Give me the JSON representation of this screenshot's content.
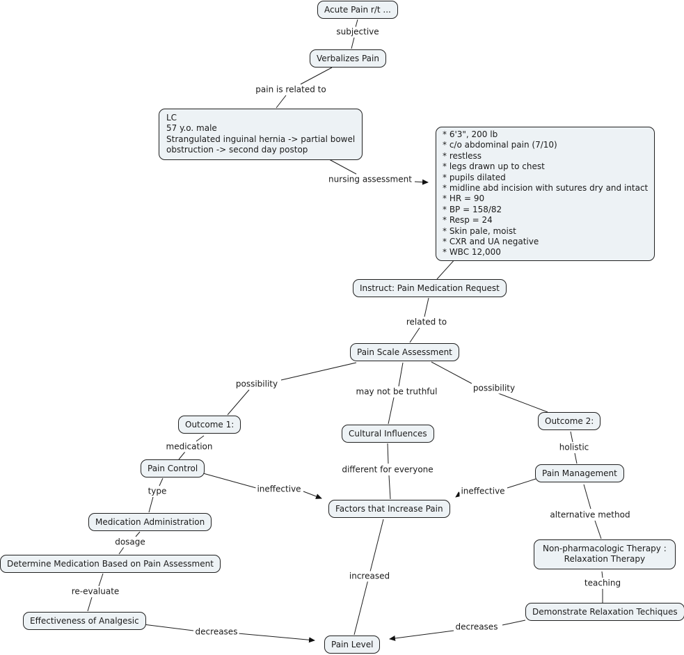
{
  "nodes": {
    "acute_pain": "Acute Pain r/t ...",
    "verbalizes_pain": "Verbalizes Pain",
    "patient": "LC\n57 y.o. male\nStrangulated inguinal hernia -> partial bowel\nobstruction -> second day postop",
    "assessment_findings": [
      "* 6'3\", 200 lb",
      "* c/o abdominal pain (7/10)",
      "* restless",
      "* legs drawn up to chest",
      "* pupils dilated",
      "* midline abd incision with sutures dry and intact",
      "* HR = 90",
      "* BP = 158/82",
      "* Resp = 24",
      "* Skin pale, moist",
      "* CXR and UA negative",
      "* WBC 12,000"
    ],
    "instruct": "Instruct: Pain Medication Request",
    "pain_scale": "Pain Scale Assessment",
    "outcome1": "Outcome 1:",
    "outcome2": "Outcome 2:",
    "cultural": "Cultural Influences",
    "pain_control": "Pain Control",
    "pain_management": "Pain Management",
    "factors": "Factors that Increase Pain",
    "med_admin": "Medication Administration",
    "determine": "Determine Medication Based on Pain Assessment",
    "non_pharm": "Non-pharmacologic Therapy :\nRelaxation Therapy",
    "effectiveness": "Effectiveness of Analgesic",
    "demonstrate": "Demonstrate Relaxation Techiques",
    "pain_level": "Pain Level"
  },
  "links": {
    "subjective": "subjective",
    "pain_is_related_to": "pain is related to",
    "nursing_assessment": "nursing assessment",
    "related_to": "related to",
    "possibility_left": "possibility",
    "possibility_right": "possibility",
    "may_not_be_truthful": "may not be truthful",
    "medication": "medication",
    "holistic": "holistic",
    "different_for_everyone": "different for everyone",
    "ineffective_left": "ineffective",
    "ineffective_right": "ineffective",
    "type": "type",
    "alternative_method": "alternative method",
    "dosage": "dosage",
    "increased": "increased",
    "re_evaluate": "re-evaluate",
    "teaching": "teaching",
    "decreases_left": "decreases",
    "decreases_right": "decreases"
  },
  "colors": {
    "node_fill": "#edf2f5",
    "node_border": "#1f1f1f",
    "line": "#1c1c1c",
    "text": "#1a1a1a",
    "background": "#ffffff"
  }
}
